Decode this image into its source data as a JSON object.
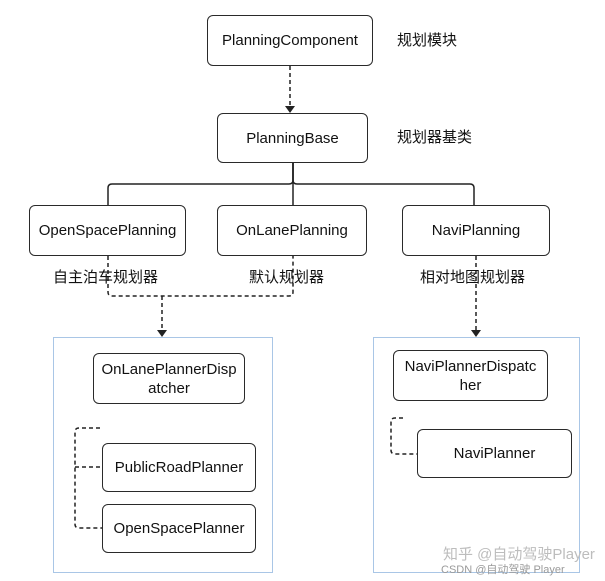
{
  "nodes": {
    "planning_component": "PlanningComponent",
    "planning_base": "PlanningBase",
    "open_space_planning": "OpenSpacePlanning",
    "on_lane_planning": "OnLanePlanning",
    "navi_planning": "NaviPlanning",
    "on_lane_dispatcher_line1": "OnLanePlannerDisp",
    "on_lane_dispatcher_line2": "atcher",
    "public_road_planner": "PublicRoadPlanner",
    "open_space_planner": "OpenSpacePlanner",
    "navi_dispatcher_line1": "NaviPlannerDispatc",
    "navi_dispatcher_line2": "her",
    "navi_planner": "NaviPlanner"
  },
  "labels": {
    "planning_module": "规划模块",
    "planner_base_class": "规划器基类",
    "autonomous_parking_planner": "自主泊车规划器",
    "default_planner": "默认规划器",
    "relative_map_planner": "相对地图规划器"
  },
  "watermark": {
    "main": "知乎 @自动驾驶Player",
    "sub": "CSDN @自动驾驶 Player"
  }
}
